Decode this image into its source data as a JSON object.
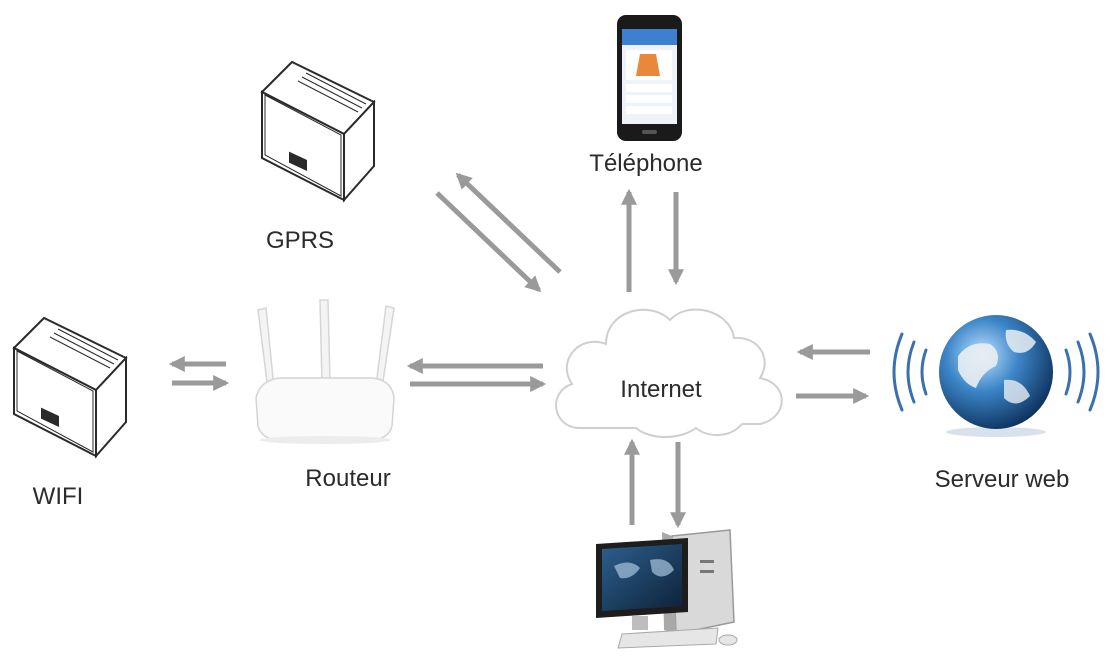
{
  "diagram": {
    "colors": {
      "arrow": "#9a9a9a",
      "line": "#2a2a2a",
      "globe": "#1f5e9e",
      "signal": "#3a6fb0"
    },
    "nodes": {
      "gprs": {
        "label": "GPRS",
        "icon": "inverter-icon"
      },
      "wifi": {
        "label": "WIFI",
        "icon": "inverter-icon"
      },
      "router": {
        "label": "Routeur",
        "icon": "router-icon"
      },
      "internet": {
        "label": "Internet",
        "icon": "cloud-icon"
      },
      "phone": {
        "label": "Téléphone",
        "icon": "smartphone-icon"
      },
      "webserver": {
        "label": "Serveur web",
        "icon": "globe-icon"
      },
      "computer": {
        "label": "",
        "icon": "desktop-computer-icon"
      }
    },
    "links": [
      {
        "from": "gprs",
        "to": "internet",
        "bidirectional": true
      },
      {
        "from": "wifi",
        "to": "router",
        "bidirectional": true
      },
      {
        "from": "router",
        "to": "internet",
        "bidirectional": true
      },
      {
        "from": "internet",
        "to": "phone",
        "bidirectional": true
      },
      {
        "from": "internet",
        "to": "webserver",
        "bidirectional": true
      },
      {
        "from": "internet",
        "to": "computer",
        "bidirectional": true
      }
    ]
  }
}
